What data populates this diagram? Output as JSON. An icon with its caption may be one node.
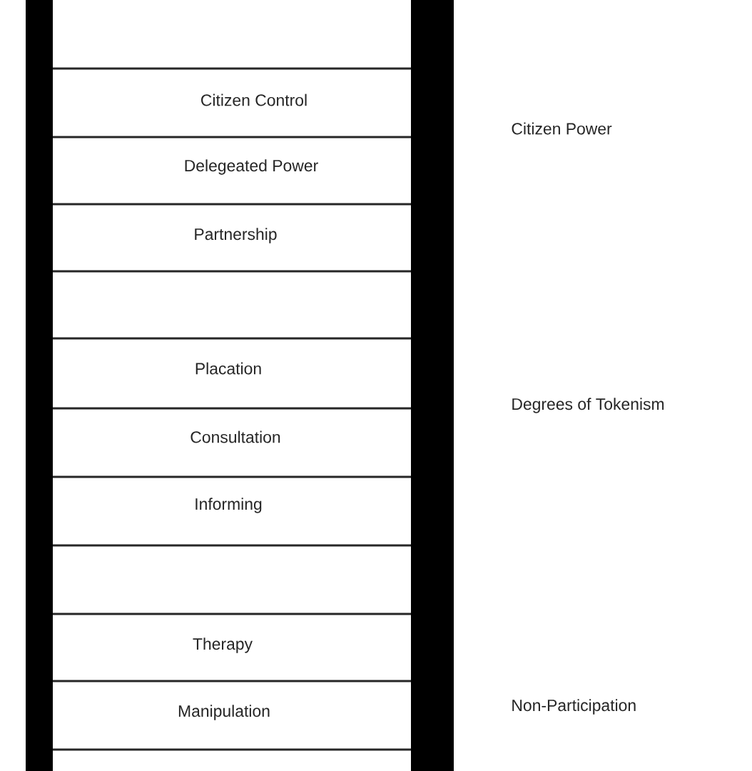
{
  "diagram": {
    "labels": [
      "Citizen Control",
      "Citizen Power",
      "Delegeated Power",
      "Partnership",
      "Placation",
      "Degrees of Tokenism",
      "Consultation",
      "Informing",
      "Therapy",
      "Non-Participation",
      "Manipulation"
    ]
  }
}
